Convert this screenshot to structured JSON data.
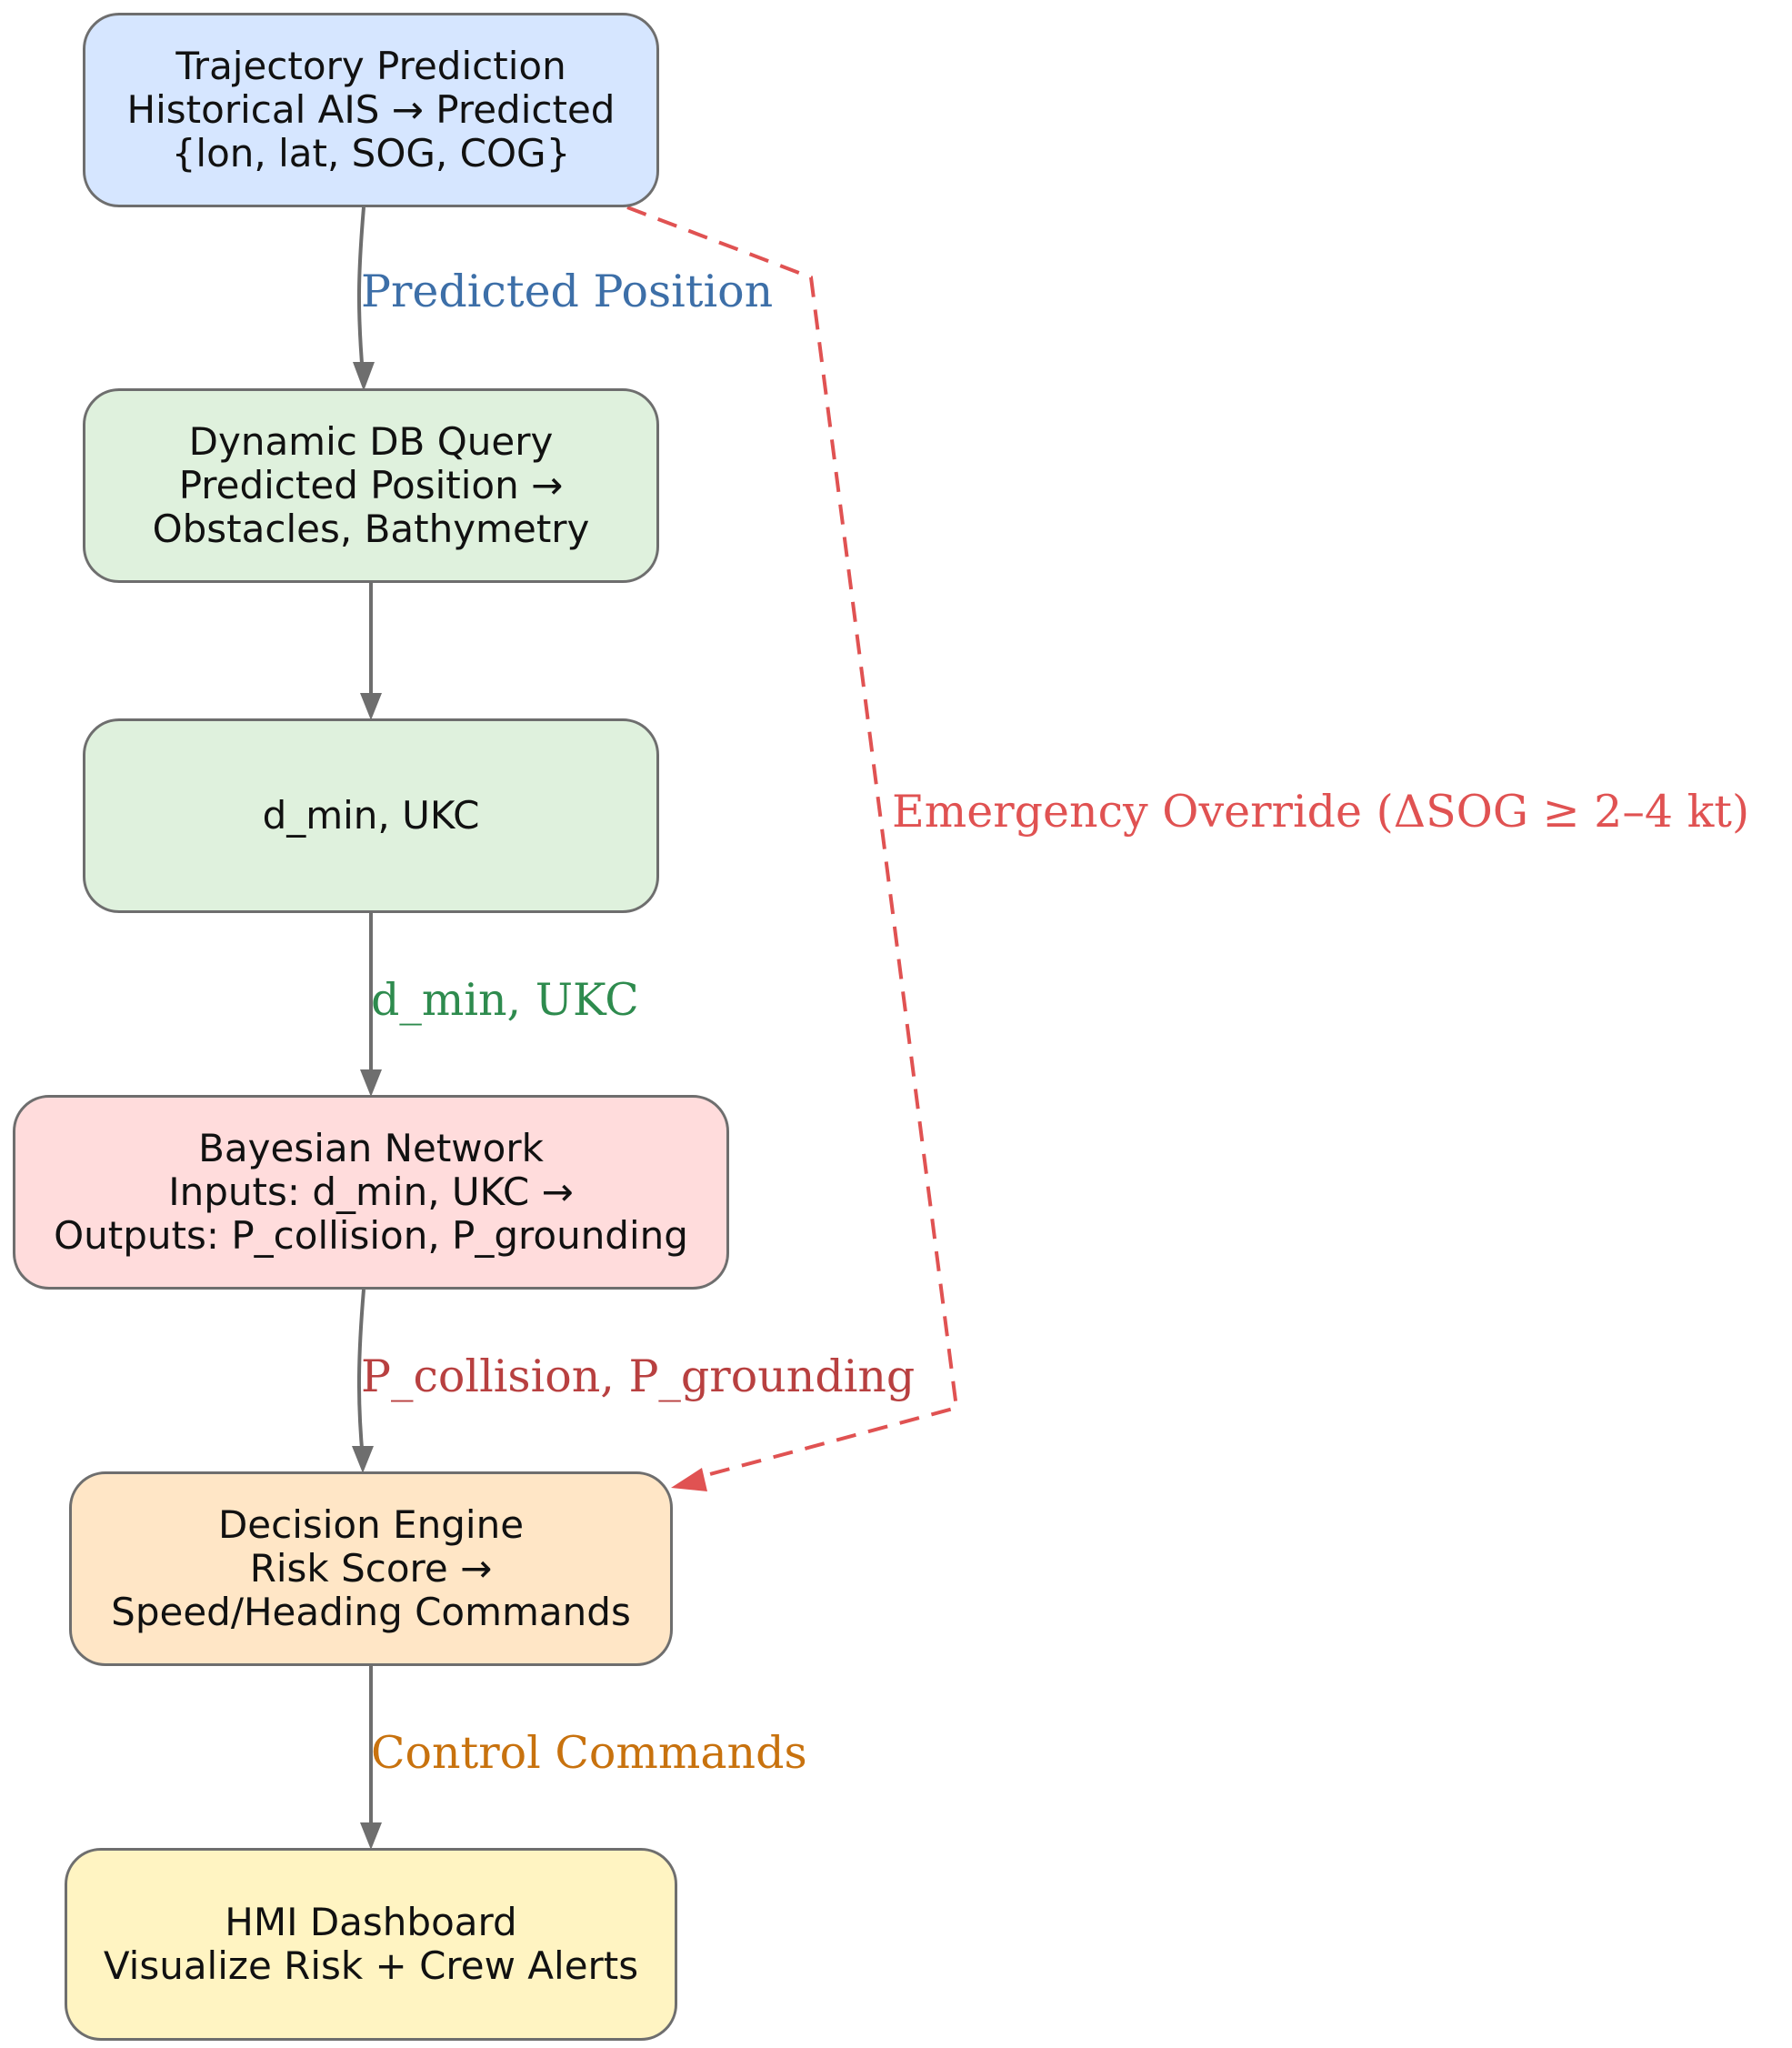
{
  "nodes": {
    "trajectory": {
      "lines": [
        "Trajectory Prediction",
        "Historical AIS → Predicted",
        "{lon, lat, SOG, COG}"
      ],
      "fill": "#d6e6ff"
    },
    "dbquery": {
      "lines": [
        "Dynamic DB Query",
        "Predicted Position →",
        "Obstacles, Bathymetry"
      ],
      "fill": "#dff1dd"
    },
    "metrics": {
      "lines": [
        "d_min, UKC"
      ],
      "fill": "#dff1dd"
    },
    "bayes": {
      "lines": [
        "Bayesian Network",
        "Inputs: d_min, UKC →",
        "Outputs: P_collision, P_grounding"
      ],
      "fill": "#ffdcdc"
    },
    "decision": {
      "lines": [
        "Decision Engine",
        "Risk Score →",
        "Speed/Heading Commands"
      ],
      "fill": "#ffe6c6"
    },
    "hmi": {
      "lines": [
        "HMI Dashboard",
        "Visualize Risk + Crew Alerts"
      ],
      "fill": "#fff4c2"
    }
  },
  "edges": {
    "predicted_position": {
      "label": "Predicted Position",
      "color": "#3d6fa8"
    },
    "dmin_ukc": {
      "label": "d_min, UKC",
      "color": "#2e8b4e"
    },
    "probabilities": {
      "label": "P_collision, P_grounding",
      "color": "#b84040"
    },
    "control": {
      "label": "Control Commands",
      "color": "#c8720e"
    },
    "emergency": {
      "label": "Emergency Override (ΔSOG ≥ 2–4 kt)",
      "color": "#e05252"
    }
  },
  "colors": {
    "node_border": "#6e6e6e",
    "arrow": "#6e6e6e"
  }
}
